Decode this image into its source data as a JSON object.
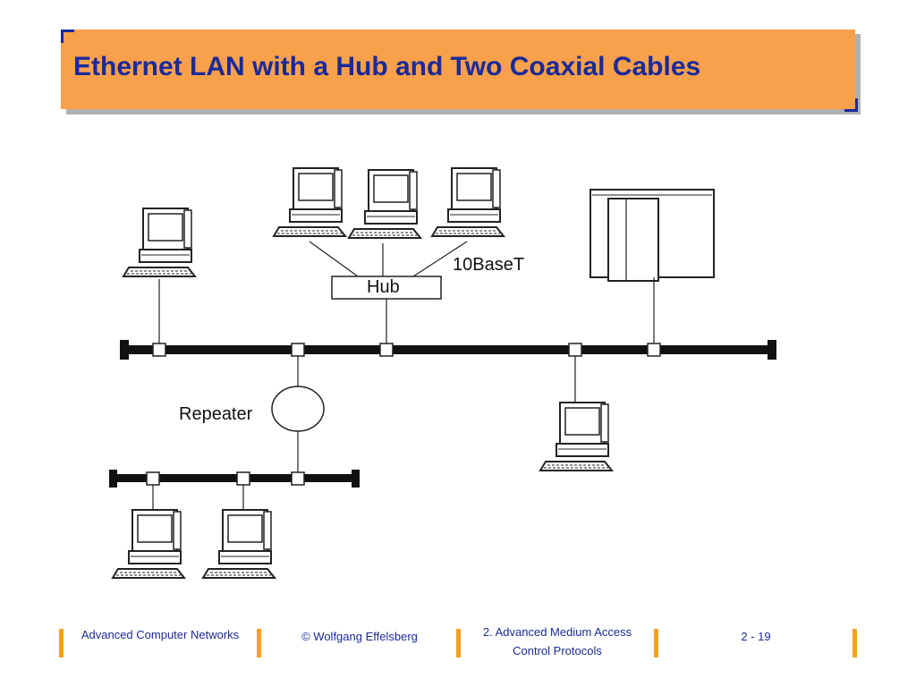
{
  "slide": {
    "title": "Ethernet LAN with a Hub and Two Coaxial Cables",
    "accent_color": "#f9a04a",
    "title_color": "#1a2a9a"
  },
  "diagram": {
    "hub_label": "Hub",
    "cable_label": "10BaseT",
    "repeater_label": "Repeater",
    "icons": [
      "workstation-icon",
      "server-cabinet-icon",
      "hub-icon",
      "repeater-icon",
      "transceiver-icon"
    ]
  },
  "footer": {
    "course": "Advanced Computer Networks",
    "author": "© Wolfgang Effelsberg",
    "chapter_line1": "2. Advanced Medium Access",
    "chapter_line2": "Control Protocols",
    "page": "2 - 19",
    "bar_color": "#f5a020"
  }
}
